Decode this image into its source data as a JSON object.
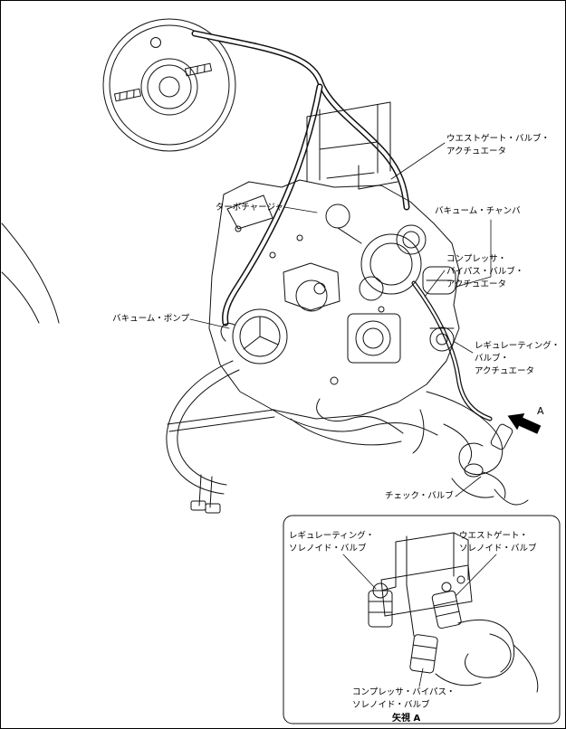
{
  "page": {
    "background": "#ffffff",
    "line_color": "#111111",
    "description": "Turbocharger vacuum hose routing diagram"
  },
  "labels": {
    "wastegate_actuator": "ウエストゲート・バルブ・\nアクチュエータ",
    "turbocharger": "ターボチャージャ",
    "vacuum_chamber": "バキューム・チャンバ",
    "compressor_bypass_actuator": "コンプレッサ・\nバイパス・バルブ・\nアクチュエータ",
    "vacuum_pump": "バキューム・ポンプ",
    "regulating_valve_actuator": "レギュレーティング・\nバルブ・\nアクチュエータ",
    "check_valve": "チェック・バルブ",
    "view_arrow_letter": "A"
  },
  "inset": {
    "regulating_solenoid": "レギュレーティング・\nソレノイド・バルブ",
    "wastegate_solenoid": "ウエストゲート・\nソレノイド・バルブ",
    "compressor_bypass_solenoid": "コンプレッサ・バイパス・\nソレノイド・バルブ",
    "view_label": "矢視 A"
  }
}
